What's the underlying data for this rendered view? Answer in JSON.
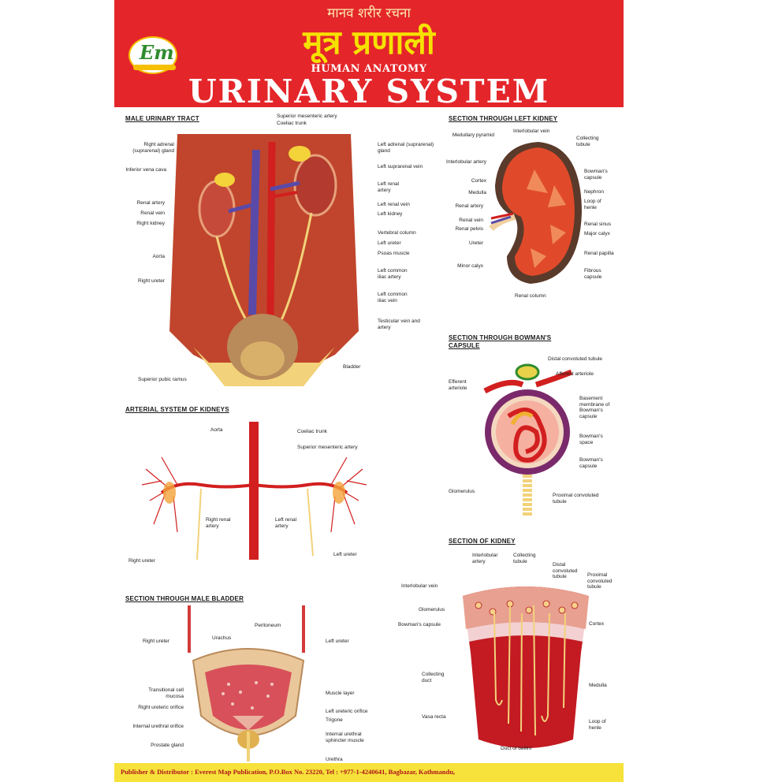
{
  "header": {
    "hindi_subtitle": "मानव शरीर रचना",
    "hindi_title": "मूत्र प्रणाली",
    "eng_subtitle": "HUMAN ANATOMY",
    "eng_title": "URINARY SYSTEM"
  },
  "logo": {
    "mark": "Em"
  },
  "sections": {
    "male_tract": {
      "title": "MALE URINARY TRACT",
      "left_labels": [
        "Right adrenal (suprarenal) gland",
        "Inferior vena cava",
        "Renal artery",
        "Renal vein",
        "Right kidney",
        "Aorta",
        "Right ureter",
        "Superior pubic ramus"
      ],
      "top_labels": [
        "Superior mesenteric artery",
        "Coeliac trunk"
      ],
      "right_labels": [
        "Left adrenal (suprarenal) gland",
        "Left suprarenal vein",
        "Left renal artery",
        "Left renal vein",
        "Left kidney",
        "Vertebral column",
        "Left ureter",
        "Psoas muscle",
        "Left common iliac artery",
        "Left common iliac vein",
        "Testicular vein and artery",
        "Bladder"
      ]
    },
    "arterial": {
      "title": "ARTERIAL SYSTEM OF KIDNEYS",
      "labels": [
        "Aorta",
        "Coeliac trunk",
        "Superior mesenteric artery",
        "Right renal artery",
        "Left renal artery",
        "Right ureter",
        "Left ureter"
      ]
    },
    "bladder": {
      "title": "SECTION THROUGH MALE BLADDER",
      "left_labels": [
        "Right ureter",
        "Transitional cell mucosa",
        "Right ureteric orifice",
        "Internal urethral orifice",
        "Prostate gland"
      ],
      "top_labels": [
        "Urachus",
        "Peritoneum"
      ],
      "right_labels": [
        "Left ureter",
        "Muscle layer",
        "Left ureteric orifice",
        "Trigone",
        "Internal urethral sphincter muscle",
        "Urethra"
      ]
    },
    "left_kidney": {
      "title": "SECTION THROUGH LEFT KIDNEY",
      "left_labels": [
        "Medullary pyramid",
        "Interlobular artery",
        "Cortex",
        "Medulla",
        "Renal artery",
        "Renal vein",
        "Renal pelvis",
        "Ureter",
        "Minor calyx"
      ],
      "top_labels": [
        "Interlobular vein"
      ],
      "right_labels": [
        "Collecting tubule",
        "Bowman's capsule",
        "Nephron",
        "Loop of henle",
        "Renal sinus",
        "Major calyx",
        "Renal papilla",
        "Fibrous capsule"
      ],
      "bottom_labels": [
        "Renal column"
      ]
    },
    "bowman": {
      "title": "SECTION THROUGH BOWMAN'S CAPSULE",
      "left_labels": [
        "Efferent arteriole",
        "Glomerulus"
      ],
      "right_labels": [
        "Distal convoluted tubule",
        "Afferent arteriole",
        "Basement membrane of Bowman's capsule",
        "Bowman's space",
        "Bowman's capsule",
        "Proximal convoluted tubule"
      ]
    },
    "kidney_section": {
      "title": "SECTION OF KIDNEY",
      "left_labels": [
        "Interlobular vein",
        "Glomerulus",
        "Bowman's capsule",
        "Collecting duct",
        "Vasa recta"
      ],
      "top_labels": [
        "Interlobular artery",
        "Collecting tubule",
        "Distal convoluted tubule",
        "Proximal convoluted tubule"
      ],
      "right_labels": [
        "Cortex",
        "Medulla",
        "Loop of henle"
      ],
      "bottom_labels": [
        "Duct of bellini"
      ]
    }
  },
  "footer": {
    "text": "Publisher & Distributor : Everest Map Publication, P.O.Box No. 23220, Tel : +977-1-4240641, Bagbazar, Kathmandu,"
  },
  "colors": {
    "header_red": "#e4262a",
    "title_yellow": "#f6e200",
    "footer_yellow": "#f6e23a",
    "artery_red": "#d21f1f",
    "vein_blue": "#5a4aa8",
    "tissue": "#c0452c"
  }
}
